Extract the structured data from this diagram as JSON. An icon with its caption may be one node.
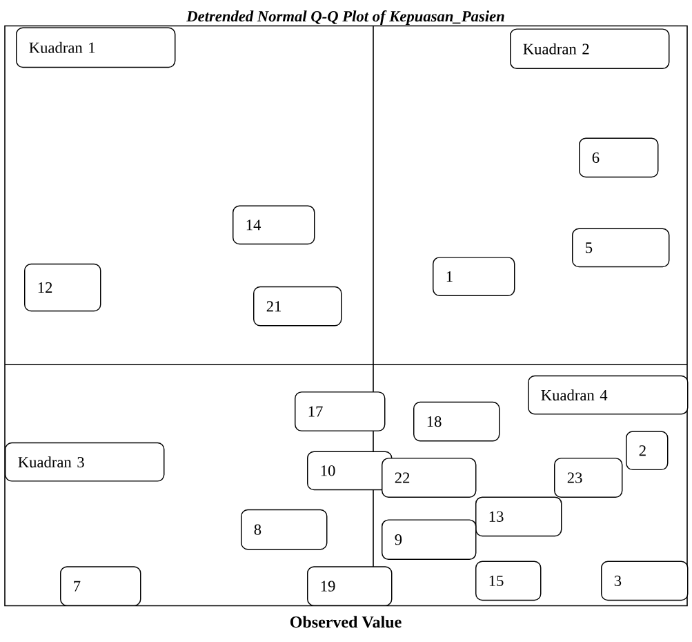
{
  "diagram": {
    "title": "Detrended Normal Q-Q Plot of Kepuasan_Pasien",
    "nodes": [
      {
        "text": [
          "Kuadran 1"
        ]
      },
      {
        "text": [
          "Kuadran 2"
        ]
      },
      {
        "text": [
          "6"
        ]
      },
      {
        "text": [
          "14"
        ]
      },
      {
        "text": [
          "5"
        ]
      },
      {
        "text": [
          "1"
        ]
      },
      {
        "text": [
          "12"
        ]
      },
      {
        "text": [
          "21"
        ]
      },
      {
        "text": [
          "Kuadran 4"
        ]
      },
      {
        "text": [
          "17"
        ]
      },
      {
        "text": [
          "18"
        ]
      },
      {
        "text": [
          "2"
        ]
      },
      {
        "text": [
          "Kuadran 3"
        ]
      },
      {
        "text": [
          "10"
        ]
      },
      {
        "text": [
          "22"
        ]
      },
      {
        "text": [
          "23"
        ]
      },
      {
        "text": [
          "13"
        ]
      },
      {
        "text": [
          "8"
        ]
      },
      {
        "text": [
          "9"
        ]
      },
      {
        "text": [
          "7"
        ]
      },
      {
        "text": [
          "15"
        ]
      },
      {
        "text": [
          "3"
        ]
      },
      {
        "text": [
          "19"
        ]
      }
    ],
    "labels": [
      "Observed Value"
    ]
  }
}
